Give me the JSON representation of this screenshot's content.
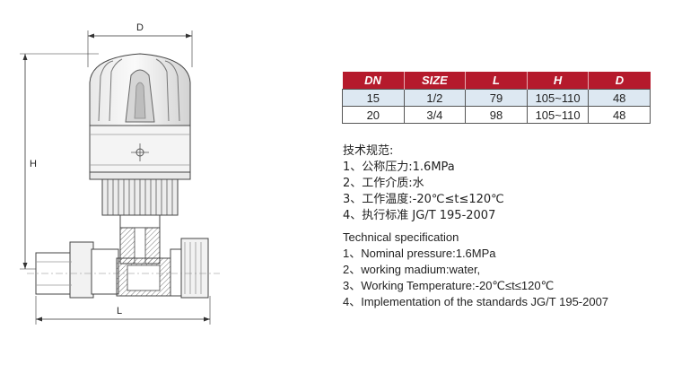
{
  "drawing": {
    "dim_d": "D",
    "dim_h": "H",
    "dim_l": "L"
  },
  "table": {
    "headers": [
      "DN",
      "SIZE",
      "L",
      "H",
      "D"
    ],
    "rows": [
      [
        "15",
        "1/2",
        "79",
        "105~110",
        "48"
      ],
      [
        "20",
        "3/4",
        "98",
        "105~110",
        "48"
      ]
    ]
  },
  "spec_cn": {
    "title": "技术规范:",
    "items": [
      "1、公称压力:1.6MPa",
      "2、工作介质:水",
      "3、工作温度:-20℃≤t≤120℃",
      "4、执行标准 JG/T 195-2007"
    ]
  },
  "spec_en": {
    "title": "Technical specification",
    "items": [
      "1、Nominal pressure:1.6MPa",
      "2、working madium:water,",
      "3、Working Temperature:-20℃≤t≤120℃",
      "4、Implementation of the standards JG/T 195-2007"
    ]
  },
  "colors": {
    "header_red": "#b51a2c",
    "row_highlight": "#dde8f2"
  }
}
